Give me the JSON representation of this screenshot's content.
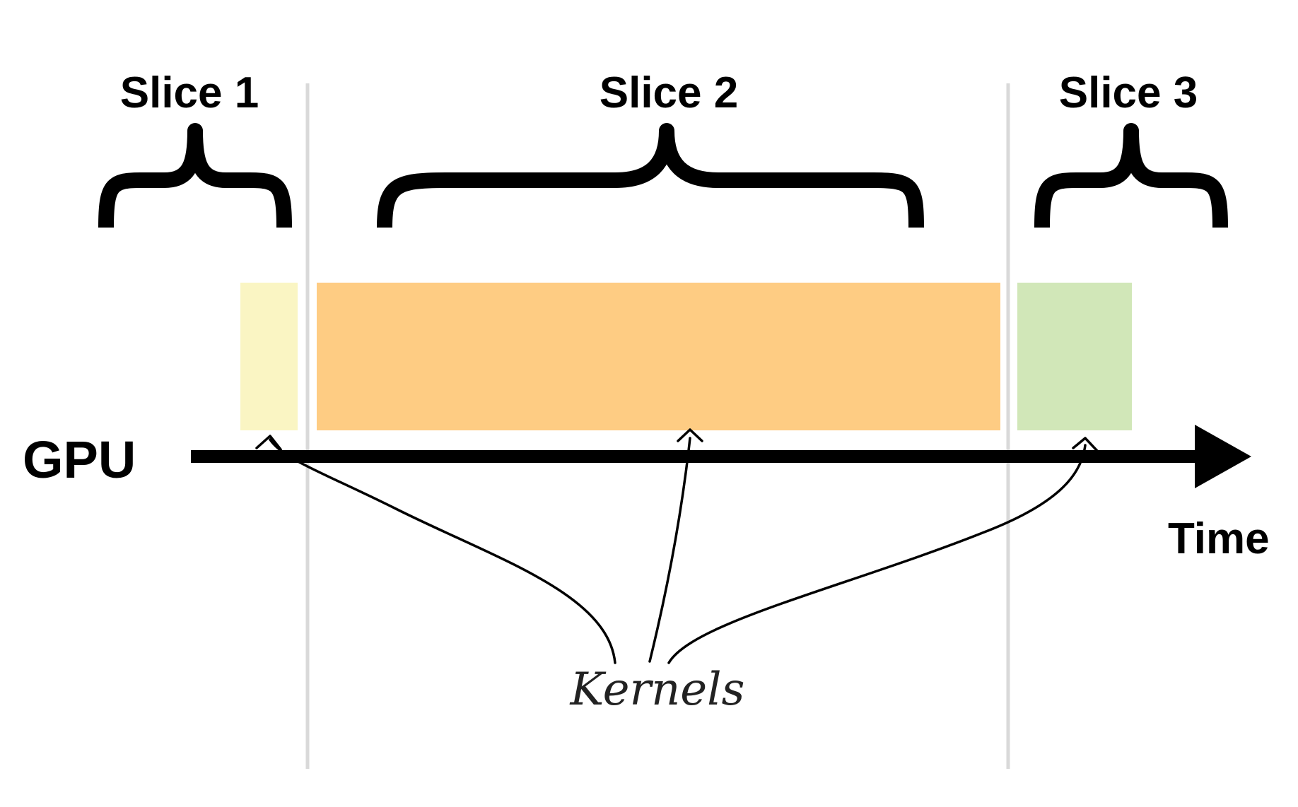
{
  "slices": [
    {
      "label": "Slice 1",
      "kernel_color": "#FAF5C3"
    },
    {
      "label": "Slice 2",
      "kernel_color": "#FECC83"
    },
    {
      "label": "Slice 3",
      "kernel_color": "#D1E7B8"
    }
  ],
  "axis": {
    "row_label": "GPU",
    "axis_label": "Time"
  },
  "annotation": {
    "text": "Kernels"
  },
  "colors": {
    "divider": "#D9D9D9",
    "ink": "#000000"
  }
}
